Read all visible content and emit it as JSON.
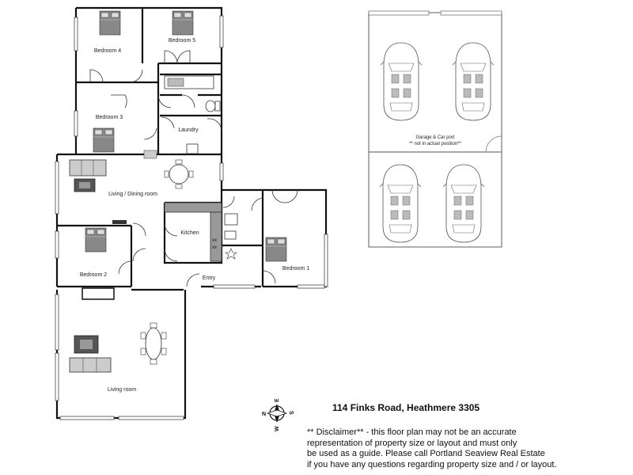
{
  "rooms": {
    "bedroom_4": "Bedroom 4",
    "bedroom_5": "Bedroom 5",
    "bedroom_3": "Bedroom 3",
    "laundry": "Laundry",
    "living_dining": "Living / Dining room",
    "kitchen": "Kitchen",
    "bedroom_2": "Bedroom 2",
    "entry": "Entry",
    "bedroom_1": "Bedroom 1",
    "living_room": "Living room"
  },
  "garage": {
    "label": "Garage & Car port",
    "note": "** not in actual position**"
  },
  "compass": {
    "n": "N",
    "e": "E",
    "s": "S",
    "w": "W"
  },
  "address": "114 Finks Road, Heathmere 3305",
  "disclaimer": [
    "** Disclaimer** - this floor plan may not be an accurate",
    "representation of property size or layout and must only",
    "be used as a guide. Please call Portland Seaview Real Estate",
    "if you have any questions regarding property size and / or layout."
  ]
}
